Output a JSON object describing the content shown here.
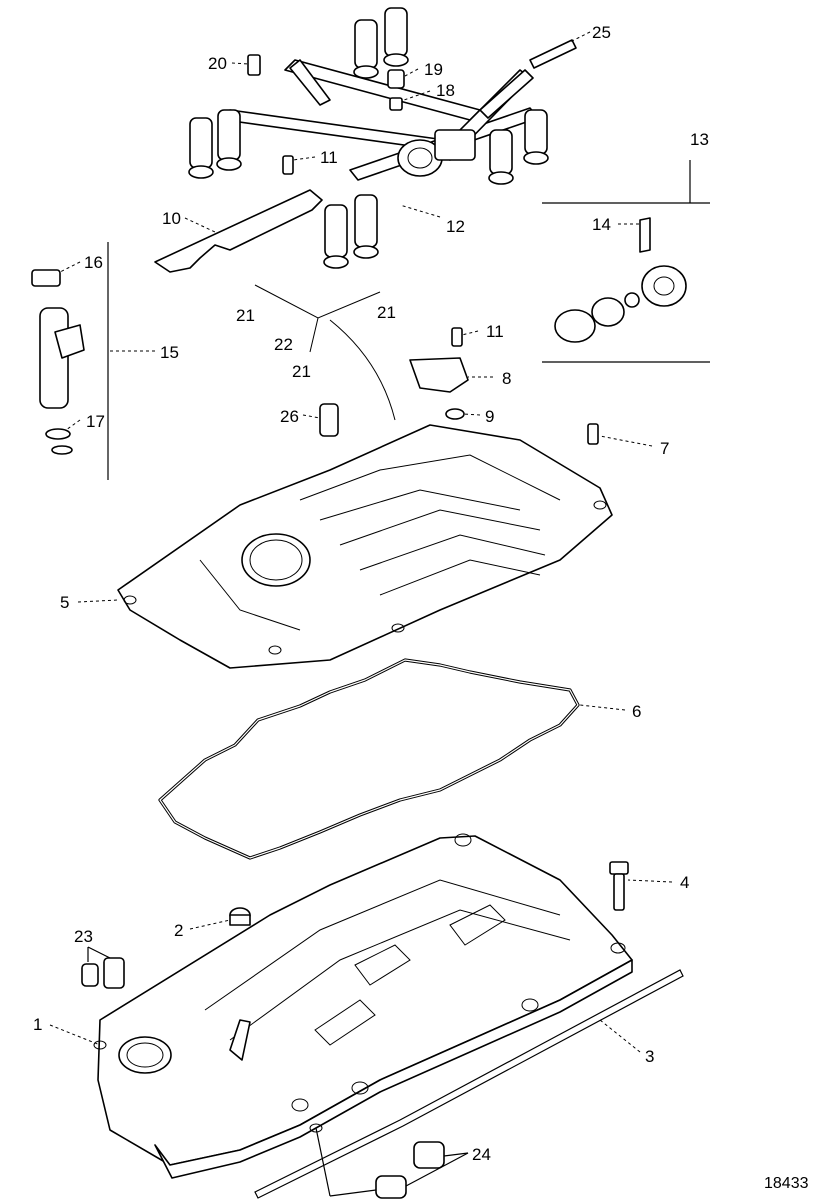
{
  "figure_number": "18433",
  "callouts": {
    "c1": "1",
    "c2": "2",
    "c3": "3",
    "c4": "4",
    "c5": "5",
    "c6": "6",
    "c7": "7",
    "c8": "8",
    "c9": "9",
    "c10": "10",
    "c11a": "11",
    "c11b": "11",
    "c12": "12",
    "c13": "13",
    "c14": "14",
    "c15": "15",
    "c16": "16",
    "c17": "17",
    "c18": "18",
    "c19": "19",
    "c20": "20",
    "c21a": "21",
    "c21b": "21",
    "c21c": "21",
    "c22": "22",
    "c23": "23",
    "c24": "24",
    "c25": "25",
    "c26": "26"
  }
}
